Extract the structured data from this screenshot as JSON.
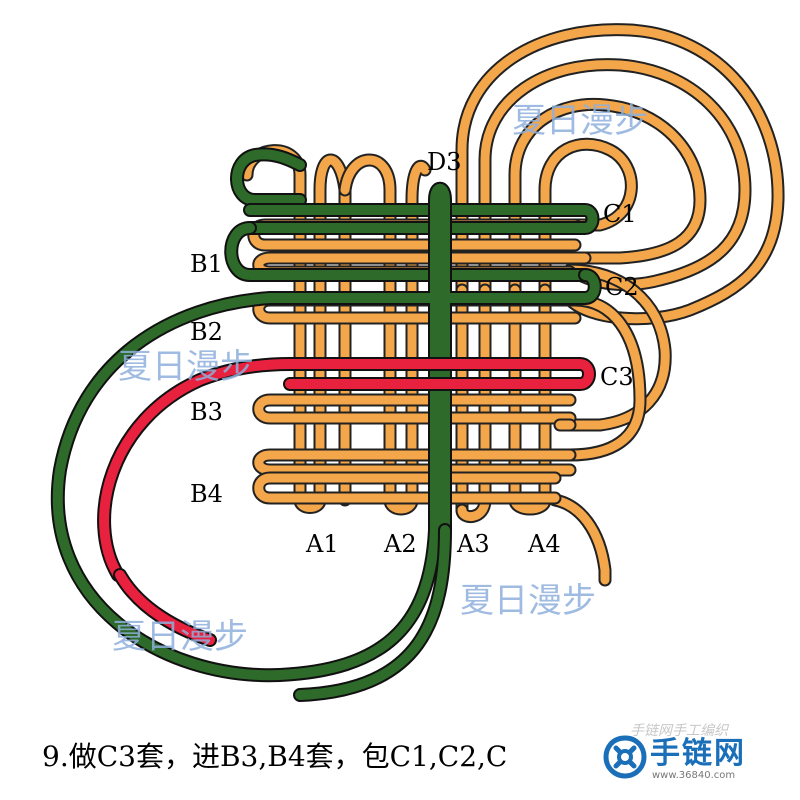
{
  "labels": {
    "b1": "B1",
    "b2": "B2",
    "b3": "B3",
    "b4": "B4",
    "a1": "A1",
    "a2": "A2",
    "a3": "A3",
    "a4": "A4",
    "c1": "C1",
    "c2": "C2",
    "c3": "C3",
    "d3": "D3"
  },
  "watermark": "夏日漫步",
  "caption": "9.做C3套，进B3,B4套，包C1,C2,C",
  "logo": {
    "text": "手链网",
    "url": "www.36840.com",
    "top_text": "手链网手工编织"
  },
  "colors": {
    "orange": "#f4a64a",
    "green": "#2e6a2a",
    "red": "#e8213f",
    "outline": "#222222",
    "watermark": "#8fb0dc"
  }
}
